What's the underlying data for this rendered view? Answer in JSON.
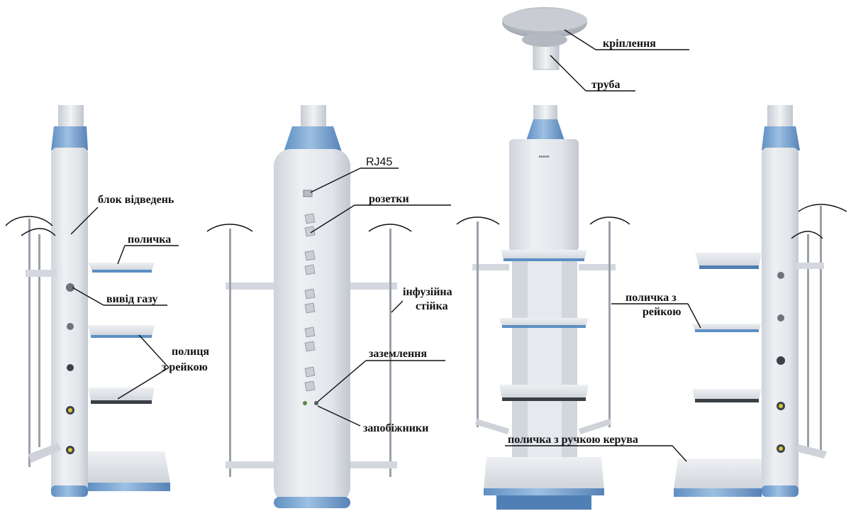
{
  "labels": {
    "kriplennia": "кріплення",
    "truba": "труба",
    "blok_vidveden": "блок відведень",
    "polychka": "поличка",
    "vyvid_gazu": "вивід газу",
    "polytsia_z_reikoiu_1": "полиця",
    "polytsia_z_reikoiu_2": "з рейкою",
    "rj45": "RJ45",
    "rozetky": "розетки",
    "infuziina_1": "інфузійна",
    "infuziina_2": "стійка",
    "zazemlennia": "заземлення",
    "zapobizhnyky": "запобіжники",
    "polychka_z_reikoiu_1": "поличка з",
    "polychka_z_reikoiu_2": "рейкою",
    "polychka_z_ruchkoiu": "поличка з ручкою керува"
  },
  "colors": {
    "column_body": "#e4e7ec",
    "column_shadow": "#c9ced6",
    "accent_blue": "#7ea6d0",
    "accent_blue_dark": "#4f7fb5",
    "pipe": "#dfe3e8",
    "metal": "#9aa1aa",
    "outline": "#111111"
  }
}
